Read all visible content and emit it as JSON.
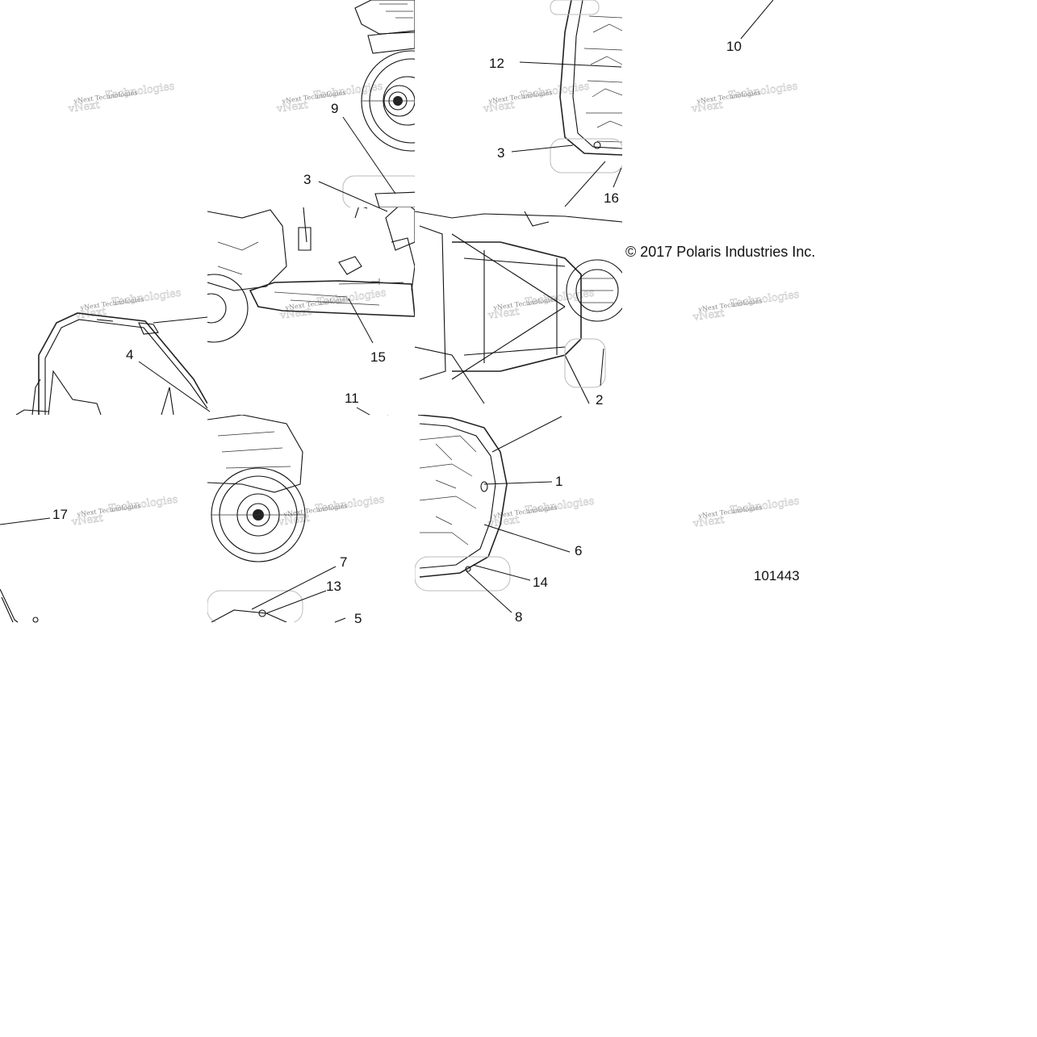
{
  "copyright": "© 2017 Polaris Industries Inc.",
  "drawing_number": "101443",
  "watermark": "vNext Technologies",
  "callouts": [
    "1",
    "2",
    "3",
    "3",
    "4",
    "5",
    "6",
    "7",
    "8",
    "9",
    "10",
    "11",
    "12",
    "13",
    "14",
    "15",
    "16",
    "17"
  ]
}
